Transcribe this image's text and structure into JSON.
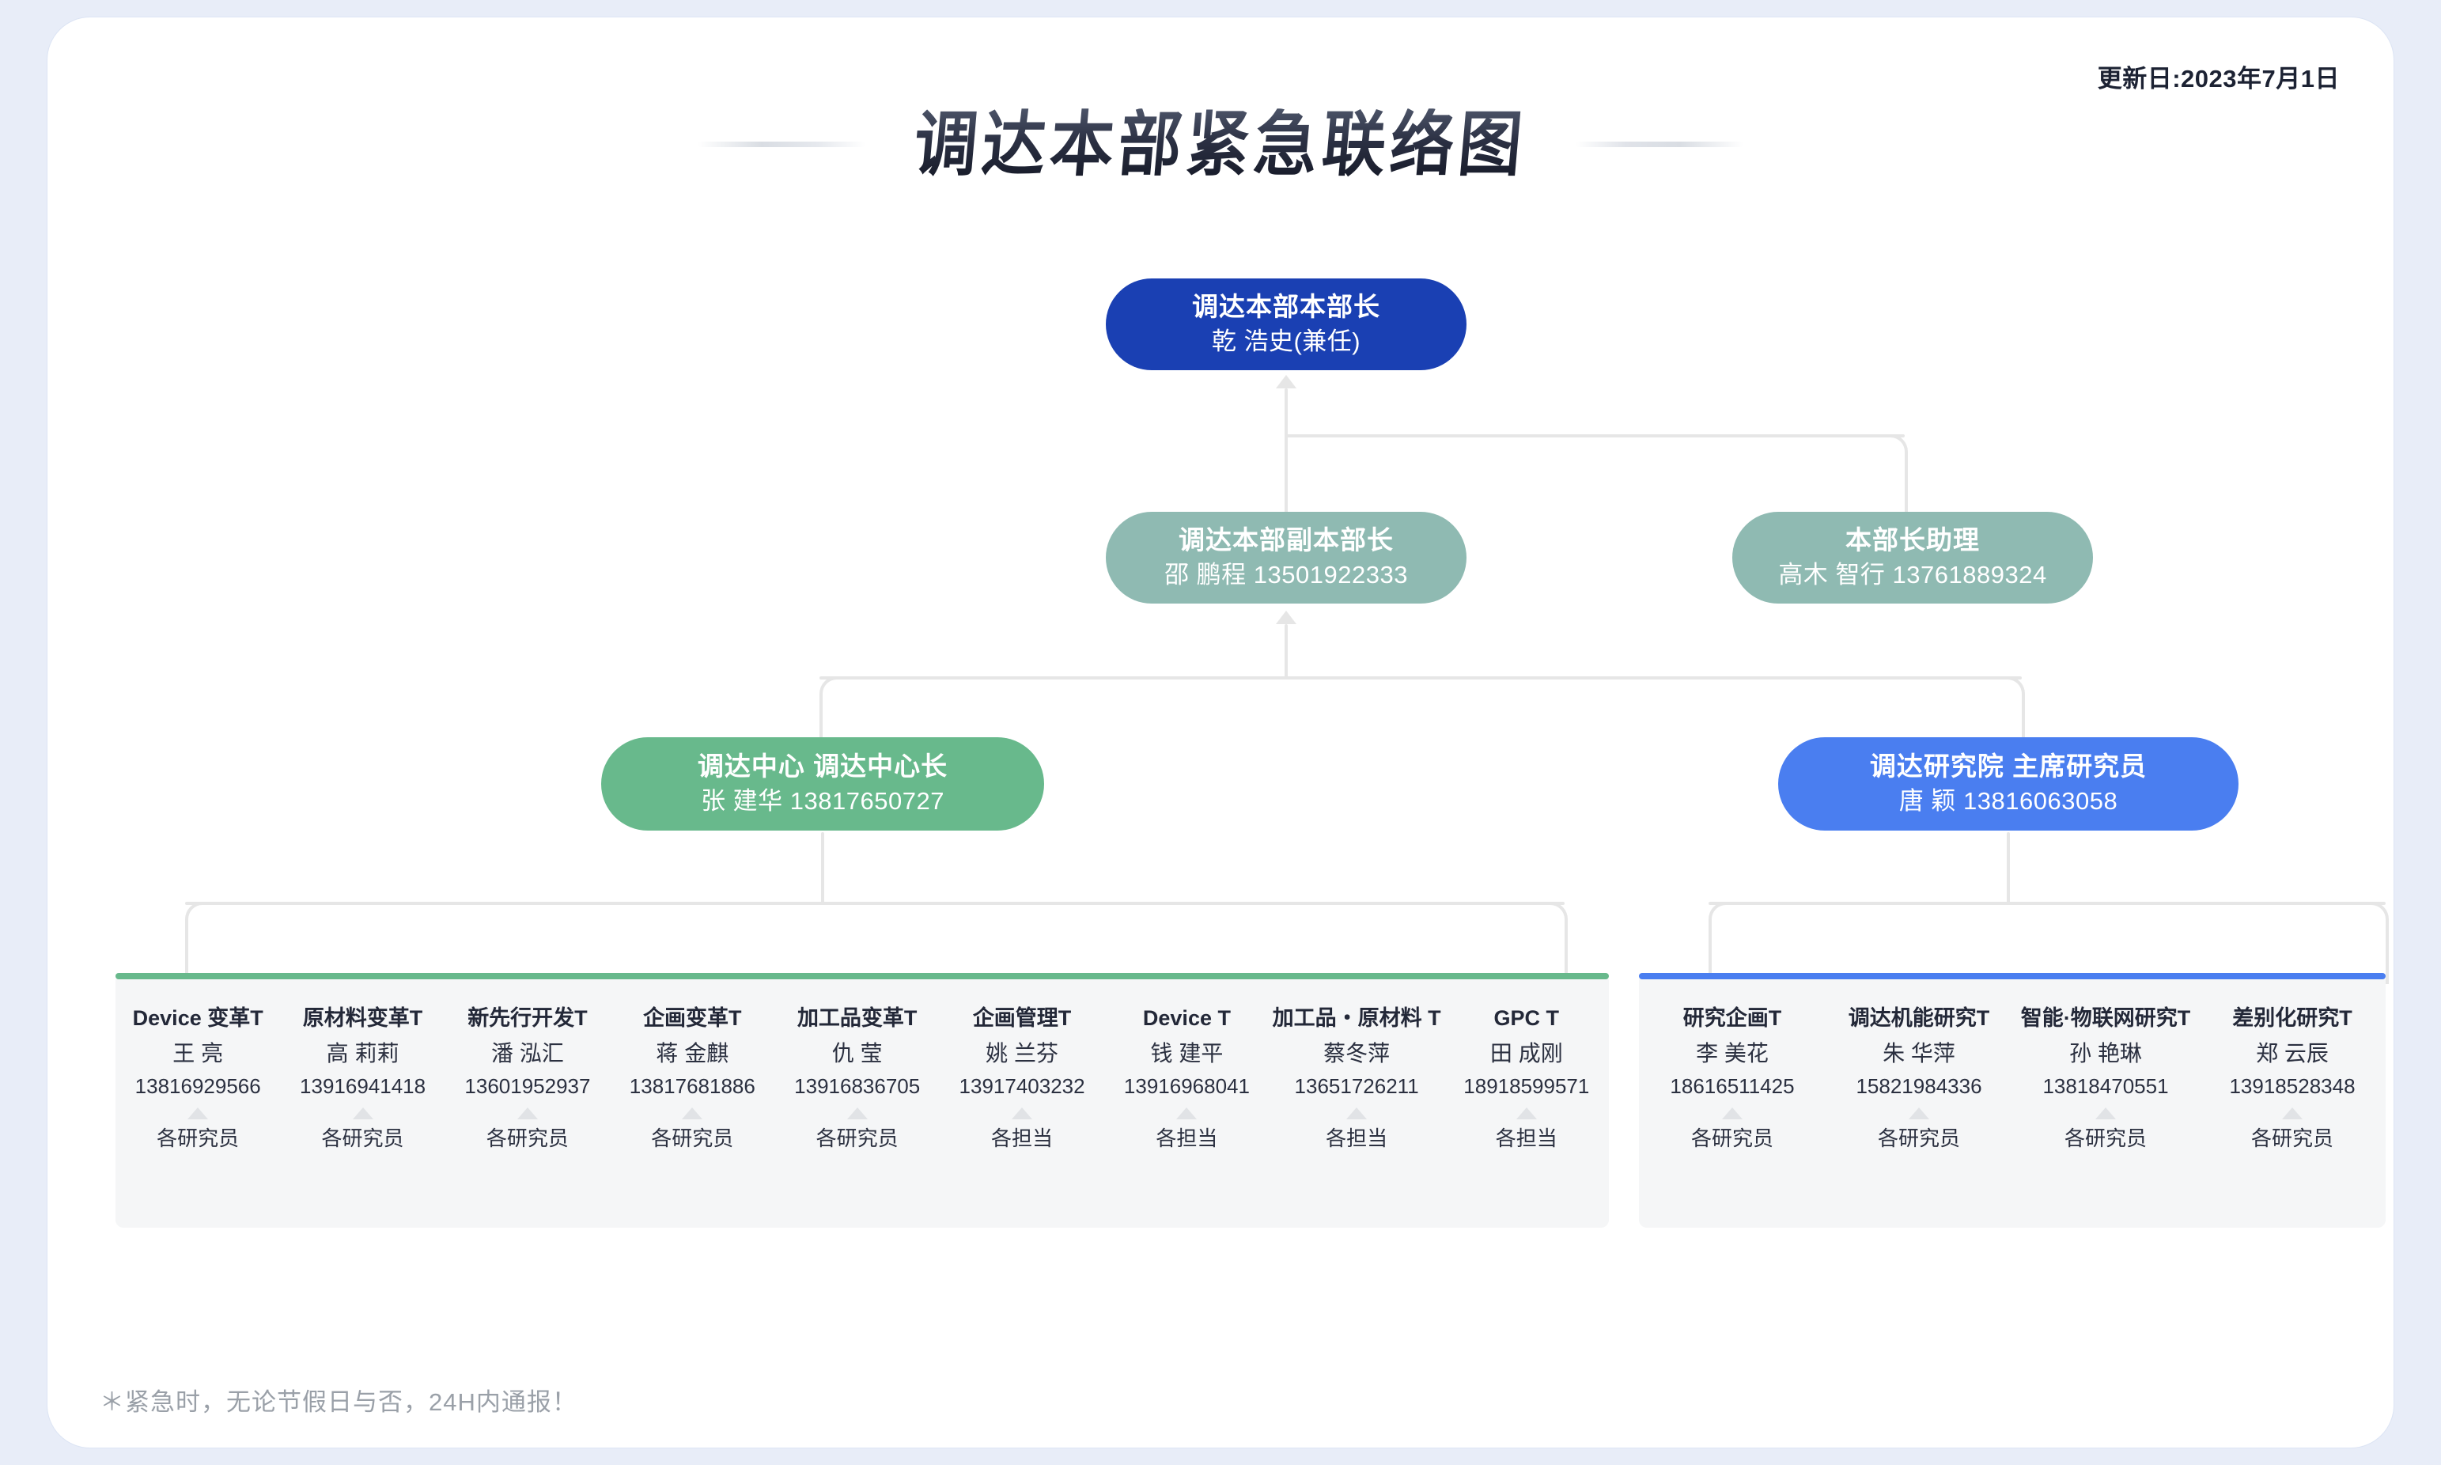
{
  "header": {
    "update_date": "更新日:2023年7月1日",
    "title": "调达本部紧急联络图"
  },
  "colors": {
    "head_node": "#1a40b3",
    "deputy_node": "#8fbab2",
    "center_node": "#68b98c",
    "institute_node": "#4a7ef0",
    "left_panel_bar": "#68b98c",
    "right_panel_bar": "#4a7ef0",
    "panel_bg": "#f5f6f7",
    "connector": "#e6e6e6",
    "page_bg": "#e8edf8"
  },
  "nodes": {
    "head": {
      "title": "调达本部本部长",
      "sub": "乾 浩史(兼任)"
    },
    "deputy": {
      "title": "调达本部副本部长",
      "sub": "邵 鹏程 13501922333"
    },
    "assistant": {
      "title": "本部长助理",
      "sub": "高木 智行 13761889324"
    },
    "center": {
      "title": "调达中心 调达中心长",
      "sub": "张 建华 13817650727"
    },
    "institute": {
      "title": "调达研究院 主席研究员",
      "sub": "唐 颖 13816063058"
    }
  },
  "left_panel": {
    "columns": [
      {
        "title": "Device 变革T",
        "name": "王 亮",
        "phone": "13816929566",
        "role": "各研究员"
      },
      {
        "title": "原材料变革T",
        "name": "高 莉莉",
        "phone": "13916941418",
        "role": "各研究员"
      },
      {
        "title": "新先行开发T",
        "name": "潘 泓汇",
        "phone": "13601952937",
        "role": "各研究员"
      },
      {
        "title": "企画变革T",
        "name": "蒋 金麒",
        "phone": "13817681886",
        "role": "各研究员"
      },
      {
        "title": "加工品变革T",
        "name": "仇 莹",
        "phone": "13916836705",
        "role": "各研究员"
      },
      {
        "title": "企画管理T",
        "name": "姚 兰芬",
        "phone": "13917403232",
        "role": "各担当"
      },
      {
        "title": "Device T",
        "name": "钱 建平",
        "phone": "13916968041",
        "role": "各担当"
      },
      {
        "title": "加工品・原材料 T",
        "name": "蔡冬萍",
        "phone": "13651726211",
        "role": "各担当"
      },
      {
        "title": "GPC T",
        "name": "田 成刚",
        "phone": "18918599571",
        "role": "各担当"
      }
    ]
  },
  "right_panel": {
    "columns": [
      {
        "title": "研究企画T",
        "name": "李 美花",
        "phone": "18616511425",
        "role": "各研究员"
      },
      {
        "title": "调达机能研究T",
        "name": "朱 华萍",
        "phone": "15821984336",
        "role": "各研究员"
      },
      {
        "title": "智能·物联网研究T",
        "name": "孙 艳琳",
        "phone": "13818470551",
        "role": "各研究员"
      },
      {
        "title": "差别化研究T",
        "name": "郑 云辰",
        "phone": "13918528348",
        "role": "各研究员"
      }
    ]
  },
  "footer": {
    "note": "＊紧急时，无论节假日与否，24H内通报！"
  }
}
